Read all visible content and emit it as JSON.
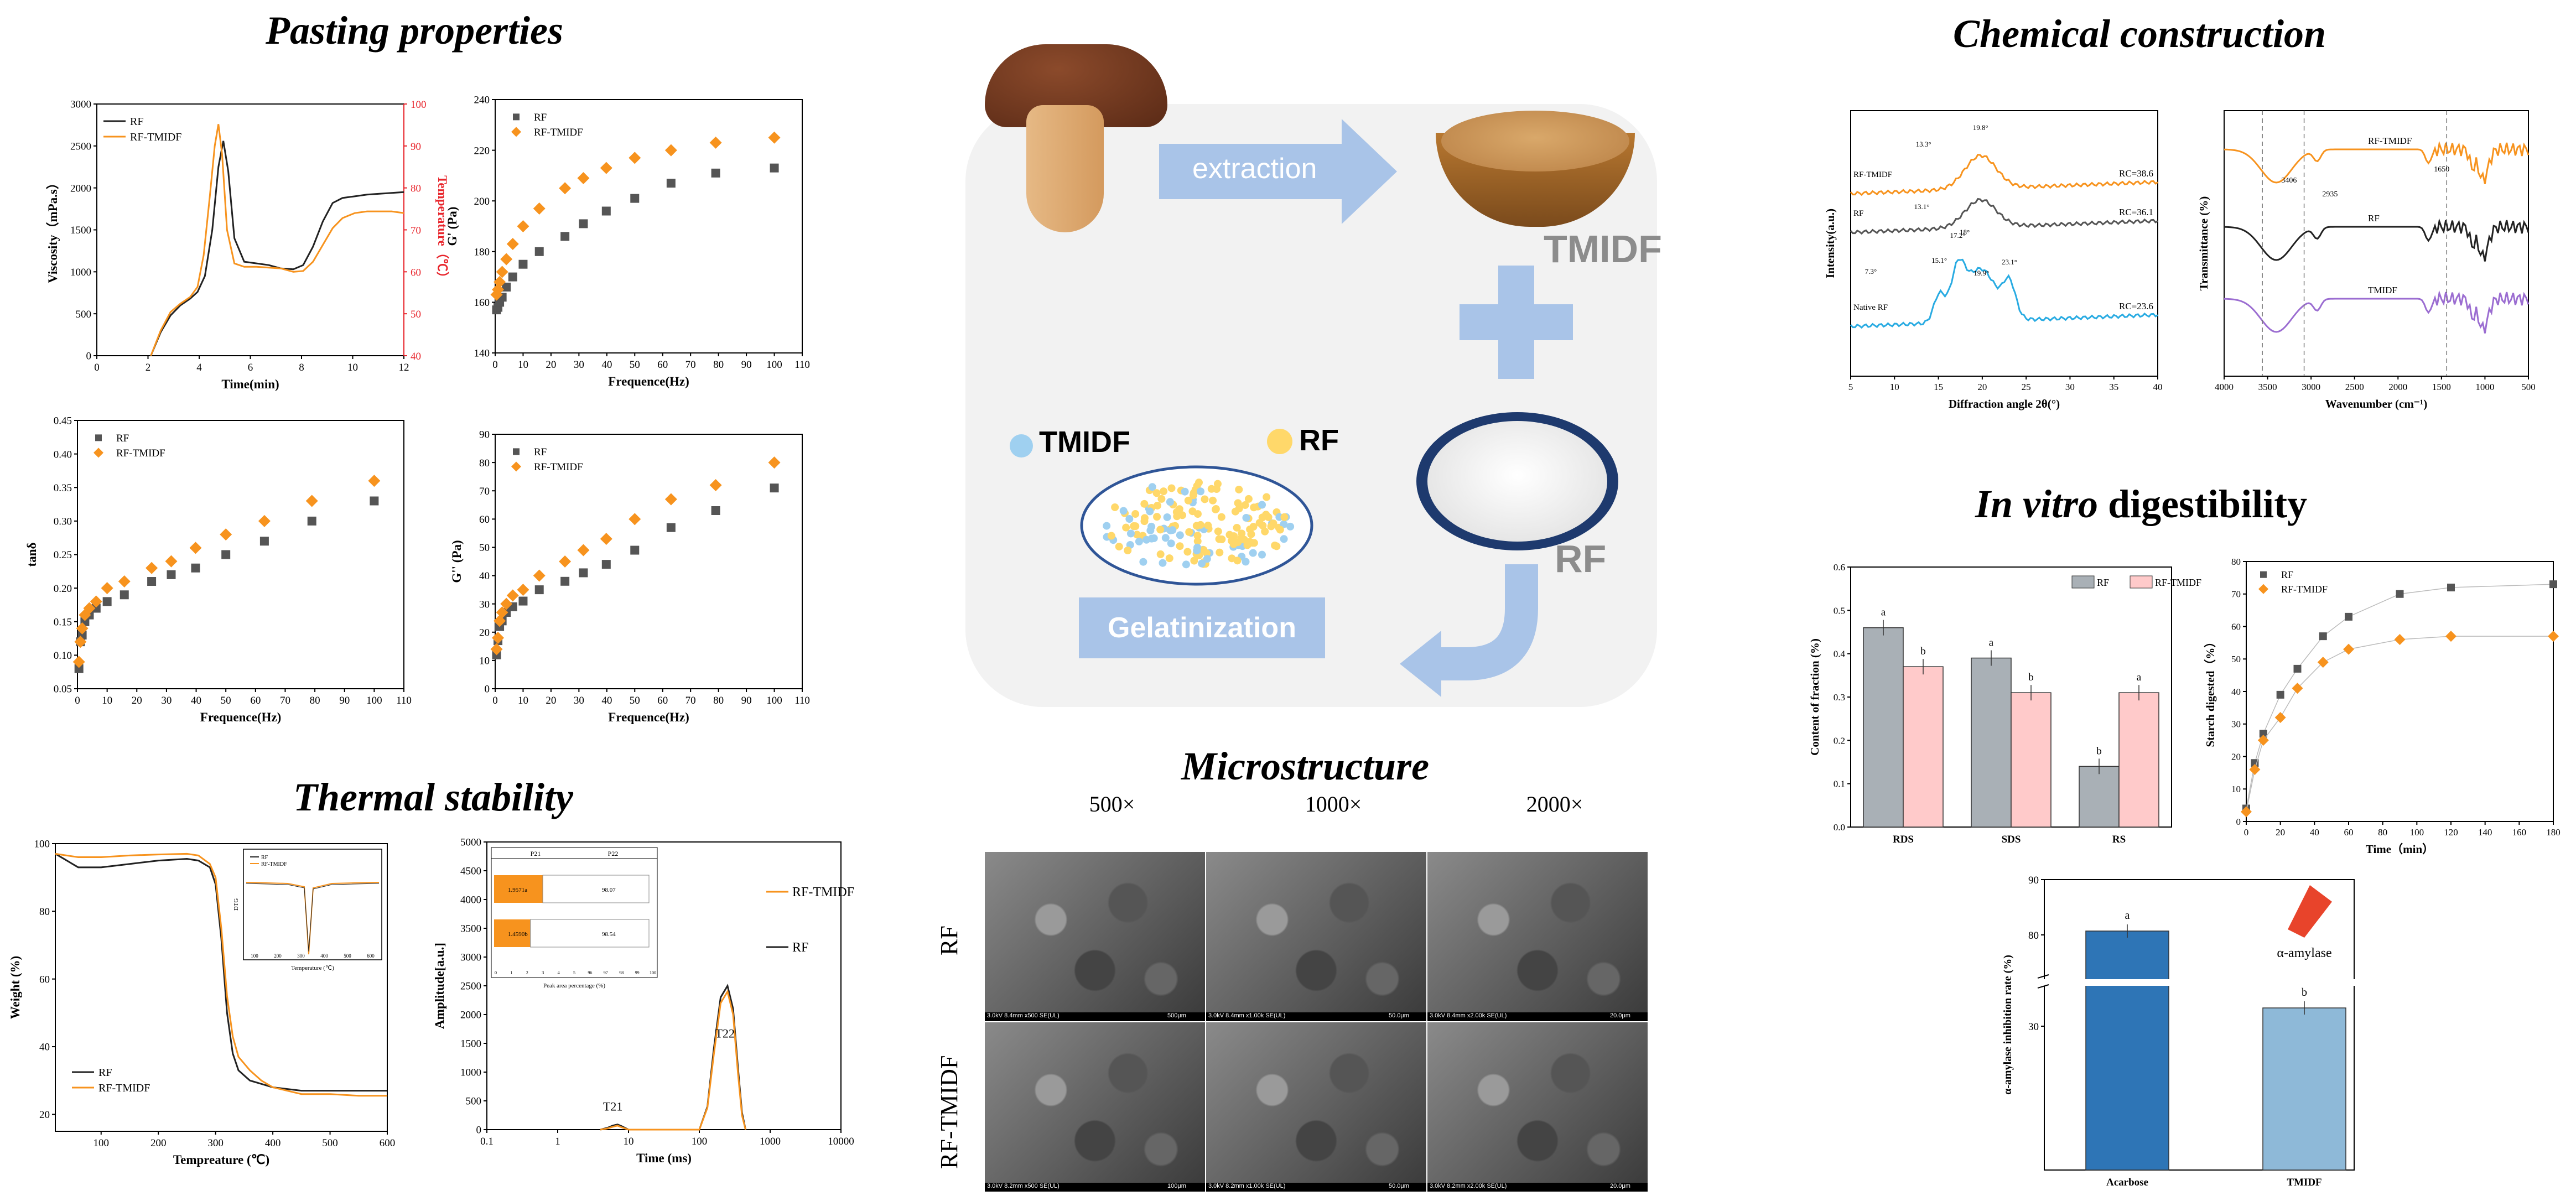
{
  "colors": {
    "black": "#222222",
    "orange": "#F7931E",
    "grey": "#555555",
    "red": "#E8242B",
    "blue": "#29ABE2",
    "purple": "#9B6DD1",
    "barGrey": "#A9B0B6",
    "barPink": "#FFCACA",
    "barBlueDark": "#2E75B6",
    "barBlueLight": "#8EB9D8",
    "flowBlue": "#A9C4E8",
    "panelBg": "#F2F2F2"
  },
  "sections": {
    "pasting": "Pasting properties",
    "thermal": "Thermal stability",
    "micro": "Microstructure",
    "chemical": "Chemical construction",
    "vitro_italic": "In vitro",
    "vitro_rest": "digestibility"
  },
  "flow": {
    "extraction": "extraction",
    "tmidf": "TMIDF",
    "rf": "RF",
    "legend_tmidf": "TMIDF",
    "legend_rf": "RF",
    "gelatinization": "Gelatinization"
  },
  "micro": {
    "cols": [
      "500×",
      "1000×",
      "2000×"
    ],
    "rows": [
      "RF",
      "RF-TMIDF"
    ],
    "captions": [
      [
        "3.0kV 8.4mm x500 SE(UL)",
        "500μm"
      ],
      [
        "3.0kV 8.4mm x1.00k SE(UL)",
        "50.0μm"
      ],
      [
        "3.0kV 8.4mm x2.00k SE(UL)",
        "20.0μm"
      ],
      [
        "3.0kV 8.2mm x500 SE(UL)",
        "100μm"
      ],
      [
        "3.0kV 8.2mm x1.00k SE(UL)",
        "50.0μm"
      ],
      [
        "3.0kV 8.2mm x2.00k SE(UL)",
        "20.0μm"
      ]
    ]
  },
  "chart_data": [
    {
      "id": "viscosity",
      "type": "line",
      "xlabel": "Time(min)",
      "ylabel": "Viscosity（mPa.s）",
      "y2label": "Temperature（℃）",
      "xlim": [
        0,
        12.5
      ],
      "ylim": [
        0,
        3000
      ],
      "y2lim": [
        40,
        100
      ],
      "xticks": [
        "0",
        "2",
        "4",
        "6",
        "8",
        "10",
        "12"
      ],
      "yticks": [
        "0",
        "500",
        "1000",
        "1500",
        "2000",
        "2500",
        "3000"
      ],
      "y2ticks": [
        "40",
        "50",
        "60",
        "70",
        "80",
        "90",
        "100"
      ],
      "legend": [
        "RF",
        "RF-TMIDF"
      ],
      "series": [
        {
          "name": "RF",
          "x": [
            2.2,
            2.6,
            3.0,
            3.4,
            3.8,
            4.1,
            4.4,
            4.7,
            4.95,
            5.15,
            5.35,
            5.6,
            6.0,
            6.5,
            7.0,
            7.5,
            8.0,
            8.4,
            8.8,
            9.2,
            9.6,
            10.0,
            10.5,
            11.0,
            11.5,
            12.0,
            12.5
          ],
          "y": [
            0,
            280,
            480,
            600,
            680,
            760,
            950,
            1500,
            2250,
            2560,
            2200,
            1400,
            1120,
            1100,
            1080,
            1040,
            1030,
            1080,
            1300,
            1600,
            1820,
            1880,
            1900,
            1920,
            1930,
            1940,
            1950
          ]
        },
        {
          "name": "RF-TMIDF",
          "x": [
            2.2,
            2.6,
            3.0,
            3.4,
            3.8,
            4.1,
            4.35,
            4.6,
            4.8,
            4.95,
            5.1,
            5.3,
            5.6,
            6.0,
            6.5,
            7.0,
            7.5,
            8.0,
            8.4,
            8.8,
            9.2,
            9.6,
            10.0,
            10.5,
            11.0,
            11.5,
            12.0,
            12.5
          ],
          "y": [
            0,
            300,
            520,
            620,
            700,
            820,
            1200,
            1900,
            2500,
            2760,
            2400,
            1500,
            1100,
            1060,
            1060,
            1050,
            1040,
            1000,
            1010,
            1120,
            1320,
            1520,
            1640,
            1700,
            1720,
            1720,
            1720,
            1700
          ]
        }
      ]
    },
    {
      "id": "gprime",
      "type": "scatter",
      "xlabel": "Frequence(Hz)",
      "ylabel": "G' (Pa)",
      "xlim": [
        0,
        110
      ],
      "ylim": [
        140,
        240
      ],
      "xticks": [
        "0",
        "10",
        "20",
        "30",
        "40",
        "50",
        "60",
        "70",
        "80",
        "90",
        "100",
        "110"
      ],
      "yticks": [
        "140",
        "160",
        "180",
        "200",
        "220",
        "240"
      ],
      "legend": [
        "RF",
        "RF-TMIDF"
      ],
      "series": [
        {
          "name": "RF",
          "x": [
            0.5,
            1,
            1.6,
            2.5,
            4,
            6.3,
            10,
            15.8,
            25,
            31.6,
            39.8,
            50,
            63,
            79,
            100
          ],
          "y": [
            157,
            158,
            160,
            162,
            166,
            170,
            175,
            180,
            186,
            191,
            196,
            201,
            207,
            211,
            213
          ]
        },
        {
          "name": "RF-TMIDF",
          "x": [
            0.5,
            1,
            1.6,
            2.5,
            4,
            6.3,
            10,
            15.8,
            25,
            31.6,
            39.8,
            50,
            63,
            79,
            100
          ],
          "y": [
            163,
            165,
            168,
            172,
            177,
            183,
            190,
            197,
            205,
            209,
            213,
            217,
            220,
            223,
            225
          ]
        }
      ]
    },
    {
      "id": "tand",
      "type": "scatter",
      "xlabel": "Frequence(Hz)",
      "ylabel": "tanδ",
      "xlim": [
        0,
        110
      ],
      "ylim": [
        0.05,
        0.45
      ],
      "xticks": [
        "0",
        "10",
        "20",
        "30",
        "40",
        "50",
        "60",
        "70",
        "80",
        "90",
        "100",
        "110"
      ],
      "yticks": [
        "0.05",
        "0.10",
        "0.15",
        "0.20",
        "0.25",
        "0.30",
        "0.35",
        "0.40",
        "0.45"
      ],
      "legend": [
        "RF",
        "RF-TMIDF"
      ],
      "series": [
        {
          "name": "RF",
          "x": [
            0.5,
            1,
            1.6,
            2.5,
            4,
            6.3,
            10,
            15.8,
            25,
            31.6,
            39.8,
            50,
            63,
            79,
            100
          ],
          "y": [
            0.08,
            0.12,
            0.13,
            0.15,
            0.16,
            0.17,
            0.18,
            0.19,
            0.21,
            0.22,
            0.23,
            0.25,
            0.27,
            0.3,
            0.33
          ]
        },
        {
          "name": "RF-TMIDF",
          "x": [
            0.5,
            1,
            1.6,
            2.5,
            4,
            6.3,
            10,
            15.8,
            25,
            31.6,
            39.8,
            50,
            63,
            79,
            100
          ],
          "y": [
            0.09,
            0.12,
            0.14,
            0.16,
            0.17,
            0.18,
            0.2,
            0.21,
            0.23,
            0.24,
            0.26,
            0.28,
            0.3,
            0.33,
            0.36
          ]
        }
      ]
    },
    {
      "id": "gdouble",
      "type": "scatter",
      "xlabel": "Frequence(Hz)",
      "ylabel": "G'' (Pa)",
      "xlim": [
        0,
        110
      ],
      "ylim": [
        0,
        90
      ],
      "xticks": [
        "0",
        "10",
        "20",
        "30",
        "40",
        "50",
        "60",
        "70",
        "80",
        "90",
        "100",
        "110"
      ],
      "yticks": [
        "0",
        "10",
        "20",
        "30",
        "40",
        "50",
        "60",
        "70",
        "80",
        "90"
      ],
      "legend": [
        "RF",
        "RF-TMIDF"
      ],
      "series": [
        {
          "name": "RF",
          "x": [
            0.5,
            1,
            1.6,
            2.5,
            4,
            6.3,
            10,
            15.8,
            25,
            31.6,
            39.8,
            50,
            63,
            79,
            100
          ],
          "y": [
            12,
            17,
            22,
            24,
            27,
            29,
            31,
            35,
            38,
            41,
            44,
            49,
            57,
            63,
            71
          ]
        },
        {
          "name": "RF-TMIDF",
          "x": [
            0.5,
            1,
            1.6,
            2.5,
            4,
            6.3,
            10,
            15.8,
            25,
            31.6,
            39.8,
            50,
            63,
            79,
            100
          ],
          "y": [
            14,
            18,
            24,
            27,
            30,
            33,
            35,
            40,
            45,
            49,
            53,
            60,
            67,
            72,
            80
          ]
        }
      ]
    },
    {
      "id": "tga",
      "type": "line",
      "xlabel": "Tempreature (℃)",
      "ylabel": "Weight (%)",
      "xlim": [
        20,
        600
      ],
      "ylim": [
        15,
        100
      ],
      "xticks": [
        "100",
        "200",
        "300",
        "400",
        "500",
        "600"
      ],
      "yticks": [
        "20",
        "40",
        "60",
        "80",
        "100"
      ],
      "legend": [
        "RF",
        "RF-TMIDF"
      ],
      "series": [
        {
          "name": "RF",
          "x": [
            20,
            60,
            100,
            150,
            200,
            250,
            270,
            290,
            300,
            310,
            320,
            330,
            340,
            360,
            380,
            400,
            450,
            500,
            550,
            600
          ],
          "y": [
            97,
            93,
            93,
            94,
            95,
            95.5,
            95,
            93,
            88,
            72,
            50,
            38,
            33,
            30,
            29,
            28,
            27,
            27,
            27,
            27
          ]
        },
        {
          "name": "RF-TMIDF",
          "x": [
            20,
            60,
            100,
            150,
            200,
            250,
            270,
            290,
            300,
            310,
            320,
            330,
            340,
            360,
            380,
            400,
            450,
            500,
            550,
            600
          ],
          "y": [
            97,
            96,
            96,
            96.5,
            96.8,
            97,
            96.5,
            94,
            90,
            75,
            55,
            43,
            37,
            33,
            30,
            28,
            26,
            26,
            25.5,
            25.5
          ]
        }
      ],
      "inset": {
        "xlabel": "Temperature (℃)",
        "ylabel": "DTG",
        "legend": [
          "RF",
          "RF-TMIDF"
        ],
        "xticks": [
          "100",
          "200",
          "300",
          "400",
          "500",
          "600"
        ]
      }
    },
    {
      "id": "lfnmr",
      "type": "line",
      "xlabel": "Time (ms)",
      "ylabel": "Amplitude[a.u.]",
      "xscale": "log",
      "xlim": [
        0.1,
        10000
      ],
      "ylim": [
        0,
        5000
      ],
      "xticks": [
        "0.1",
        "1",
        "10",
        "100",
        "1000",
        "10000"
      ],
      "yticks": [
        "0",
        "500",
        "1000",
        "1500",
        "2000",
        "2500",
        "3000",
        "3500",
        "4000",
        "4500",
        "5000"
      ],
      "legend": [
        "RF-TMIDF",
        "RF"
      ],
      "annotations": [
        "T21",
        "T22"
      ],
      "series": [
        {
          "name": "RF",
          "x": [
            4,
            5,
            6,
            7,
            8,
            10,
            12,
            100,
            130,
            160,
            200,
            250,
            300,
            350,
            400,
            450
          ],
          "y": [
            0,
            30,
            70,
            90,
            60,
            0,
            0,
            0,
            400,
            1400,
            2300,
            2500,
            2100,
            1100,
            300,
            0
          ]
        },
        {
          "name": "RF-TMIDF",
          "x": [
            4,
            5,
            6,
            7,
            8,
            10,
            12,
            100,
            130,
            160,
            200,
            250,
            300,
            350,
            400,
            450
          ],
          "y": [
            0,
            20,
            50,
            70,
            40,
            0,
            0,
            0,
            380,
            1300,
            2200,
            2400,
            2000,
            1000,
            250,
            0
          ]
        }
      ],
      "inset": {
        "headers": [
          "P21",
          "P22"
        ],
        "rows": [
          [
            "1.9571a",
            "98.07"
          ],
          [
            "1.4590b",
            "98.54"
          ]
        ],
        "xlabel": "Peak area percentage (%)",
        "xticks": [
          "0",
          "1",
          "2",
          "3",
          "4",
          "5",
          "96",
          "97",
          "98",
          "99",
          "100"
        ]
      }
    },
    {
      "id": "xrd",
      "type": "line",
      "xlabel": "Diffraction angle 2θ(°)",
      "ylabel": "Intensity(a.u.)",
      "xlim": [
        5,
        40
      ],
      "xticks": [
        "5",
        "10",
        "15",
        "20",
        "25",
        "30",
        "35",
        "40"
      ],
      "series": [
        {
          "name": "RF-TMIDF",
          "rc": "RC=38.6"
        },
        {
          "name": "RF",
          "rc": "RC=36.1"
        },
        {
          "name": "Native RF",
          "rc": "RC=23.6"
        }
      ],
      "peaks": [
        "13.3°",
        "19.8°",
        "13.1°",
        "17.2°",
        "18°",
        "15.1°",
        "19.9°",
        "23.1°",
        "7.3°"
      ]
    },
    {
      "id": "ftir",
      "type": "line",
      "xlabel": "Wavenumber (cm⁻¹)",
      "ylabel": "Transmittance (%)",
      "xlim": [
        4000,
        500
      ],
      "xticks": [
        "4000",
        "3500",
        "3000",
        "2500",
        "2000",
        "1500",
        "1000",
        "500"
      ],
      "series": [
        {
          "name": "RF-TMIDF"
        },
        {
          "name": "RF"
        },
        {
          "name": "TMIDF"
        }
      ],
      "peaks": [
        "3406",
        "2935",
        "1650"
      ]
    },
    {
      "id": "fractions",
      "type": "bar",
      "categories": [
        "RDS",
        "SDS",
        "RS"
      ],
      "ylabel": "Content of fraction (%)",
      "ylim": [
        0,
        0.6
      ],
      "yticks": [
        "0.0",
        "0.1",
        "0.2",
        "0.3",
        "0.4",
        "0.5",
        "0.6"
      ],
      "legend": [
        "RF",
        "RF-TMIDF"
      ],
      "series": [
        {
          "name": "RF",
          "values": [
            0.46,
            0.39,
            0.14
          ],
          "letters": [
            "a",
            "a",
            "b"
          ]
        },
        {
          "name": "RF-TMIDF",
          "values": [
            0.37,
            0.31,
            0.31
          ],
          "letters": [
            "b",
            "b",
            "a"
          ]
        }
      ]
    },
    {
      "id": "digested",
      "type": "scatter",
      "xlabel": "Time（min）",
      "ylabel": "Starch digested（%）",
      "xlim": [
        0,
        180
      ],
      "ylim": [
        0,
        80
      ],
      "xticks": [
        "0",
        "20",
        "40",
        "60",
        "80",
        "100",
        "120",
        "140",
        "160",
        "180"
      ],
      "yticks": [
        "0",
        "10",
        "20",
        "30",
        "40",
        "50",
        "60",
        "70",
        "80"
      ],
      "legend": [
        "RF",
        "RF-TMIDF"
      ],
      "series": [
        {
          "name": "RF",
          "x": [
            0,
            5,
            10,
            20,
            30,
            45,
            60,
            90,
            120,
            180
          ],
          "y": [
            4,
            18,
            27,
            39,
            47,
            57,
            63,
            70,
            72,
            73
          ]
        },
        {
          "name": "RF-TMIDF",
          "x": [
            0,
            5,
            10,
            20,
            30,
            45,
            60,
            90,
            120,
            180
          ],
          "y": [
            3,
            16,
            25,
            32,
            41,
            49,
            53,
            56,
            57,
            57
          ]
        }
      ]
    },
    {
      "id": "inhibition",
      "type": "bar",
      "categories": [
        "Acarbose",
        "TMIDF"
      ],
      "ylabel": "α-amylase inhibition rate (%)",
      "yticks": [
        "30",
        "80",
        "90"
      ],
      "series": [
        {
          "name": "",
          "values": [
            79,
            31
          ],
          "letters": [
            "a",
            "b"
          ]
        }
      ],
      "annotations": [
        "α-amylase"
      ]
    }
  ]
}
